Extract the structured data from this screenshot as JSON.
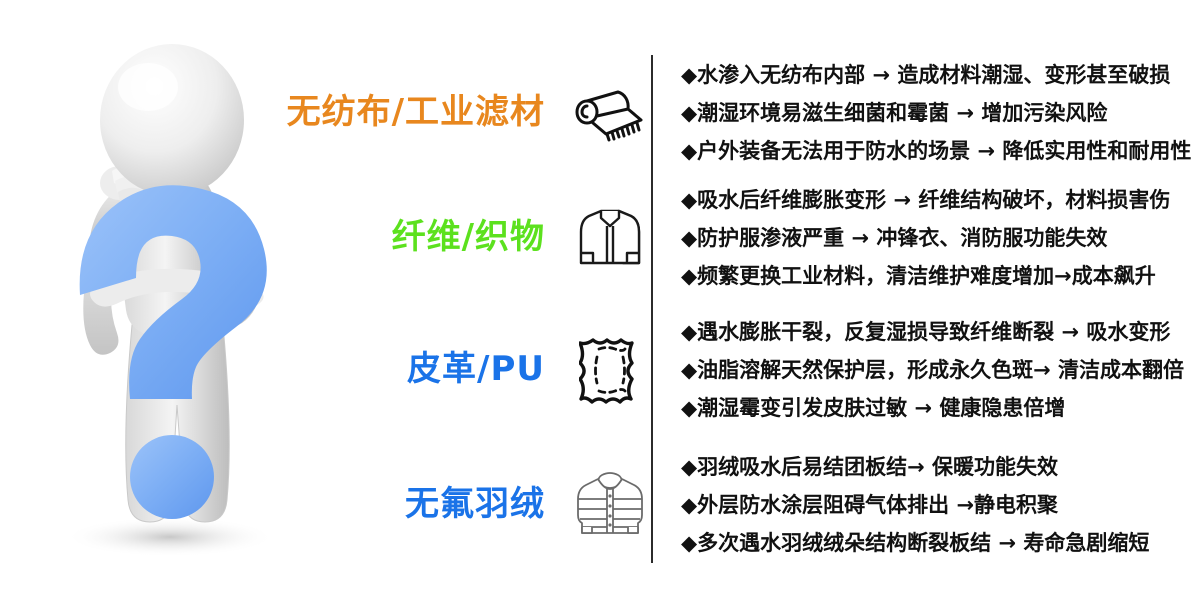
{
  "figure": {
    "description_icon": "thinking-person-3d",
    "question_mark_color": "#7FB0F5",
    "body_color": "#E6E6E6"
  },
  "divider": {
    "color": "#2b2b2b"
  },
  "categories": [
    {
      "label": "无纺布/工业滤材",
      "color": "#E8871E",
      "icon": "fabric-roll-icon",
      "bullets": [
        "◆水渗入无纺布内部 →  造成材料潮湿、变形甚至破损",
        "◆潮湿环境易滋生细菌和霉菌 → 增加污染风险",
        "◆户外装备无法用于防水的场景 → 降低实用性和耐用性"
      ]
    },
    {
      "label": "纤维/织物",
      "color": "#5CE11E",
      "icon": "jacket-icon",
      "bullets": [
        "◆吸水后纤维膨胀变形 → 纤维结构破坏，材料损害伤",
        "◆防护服渗液严重 → 冲锋衣、消防服功能失效",
        "◆频繁更换工业材料，清洁维护难度增加→成本飙升"
      ]
    },
    {
      "label": "皮革/PU",
      "color": "#1A73E8",
      "icon": "leather-hide-icon",
      "bullets": [
        "◆遇水膨胀干裂，反复湿损导致纤维断裂 → 吸水变形",
        "◆油脂溶解天然保护层，形成永久色斑→ 清洁成本翻倍",
        "◆潮湿霉变引发皮肤过敏 → 健康隐患倍增"
      ]
    },
    {
      "label": "无氟羽绒",
      "color": "#1A73E8",
      "icon": "down-jacket-icon",
      "bullets": [
        "◆羽绒吸水后易结团板结→ 保暖功能失效",
        "◆外层防水涂层阻碍气体排出 →静电积聚",
        "◆多次遇水羽绒绒朵结构断裂板结 →  寿命急剧缩短"
      ]
    }
  ]
}
